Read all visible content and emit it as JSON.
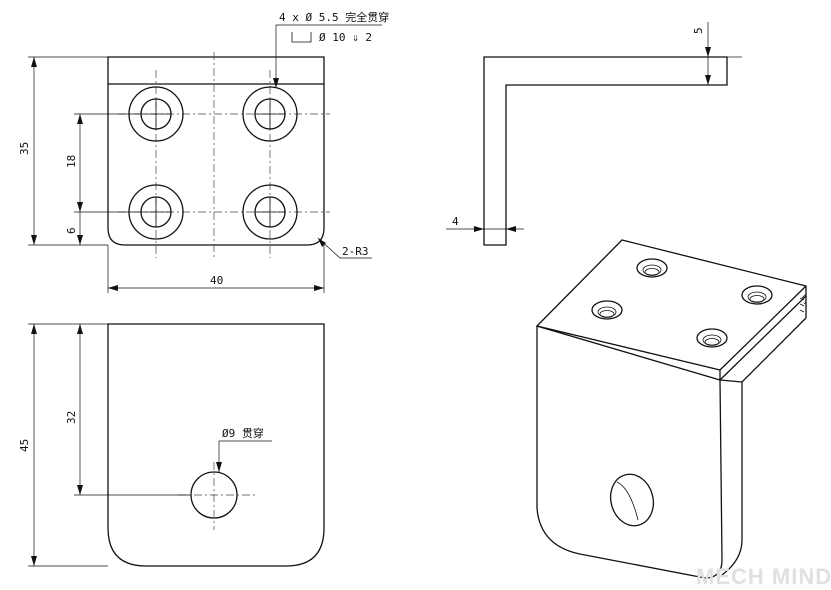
{
  "drawing": {
    "front_view": {
      "dim_height": "35",
      "dim_hole_spacing": "18",
      "dim_hole_offset": "6",
      "dim_width": "40",
      "callout_holes": "4 x Ø 5.5 完全贯穿",
      "callout_counterbore": "Ø 10 ⇓ 2",
      "callout_radius": "2-R3"
    },
    "side_view": {
      "dim_top_thickness": "5",
      "dim_wall_thickness": "4"
    },
    "bottom_view": {
      "dim_height": "45",
      "dim_hole_height": "32",
      "callout_hole": "Ø9 贯穿"
    },
    "watermark": "MECH MIND"
  }
}
